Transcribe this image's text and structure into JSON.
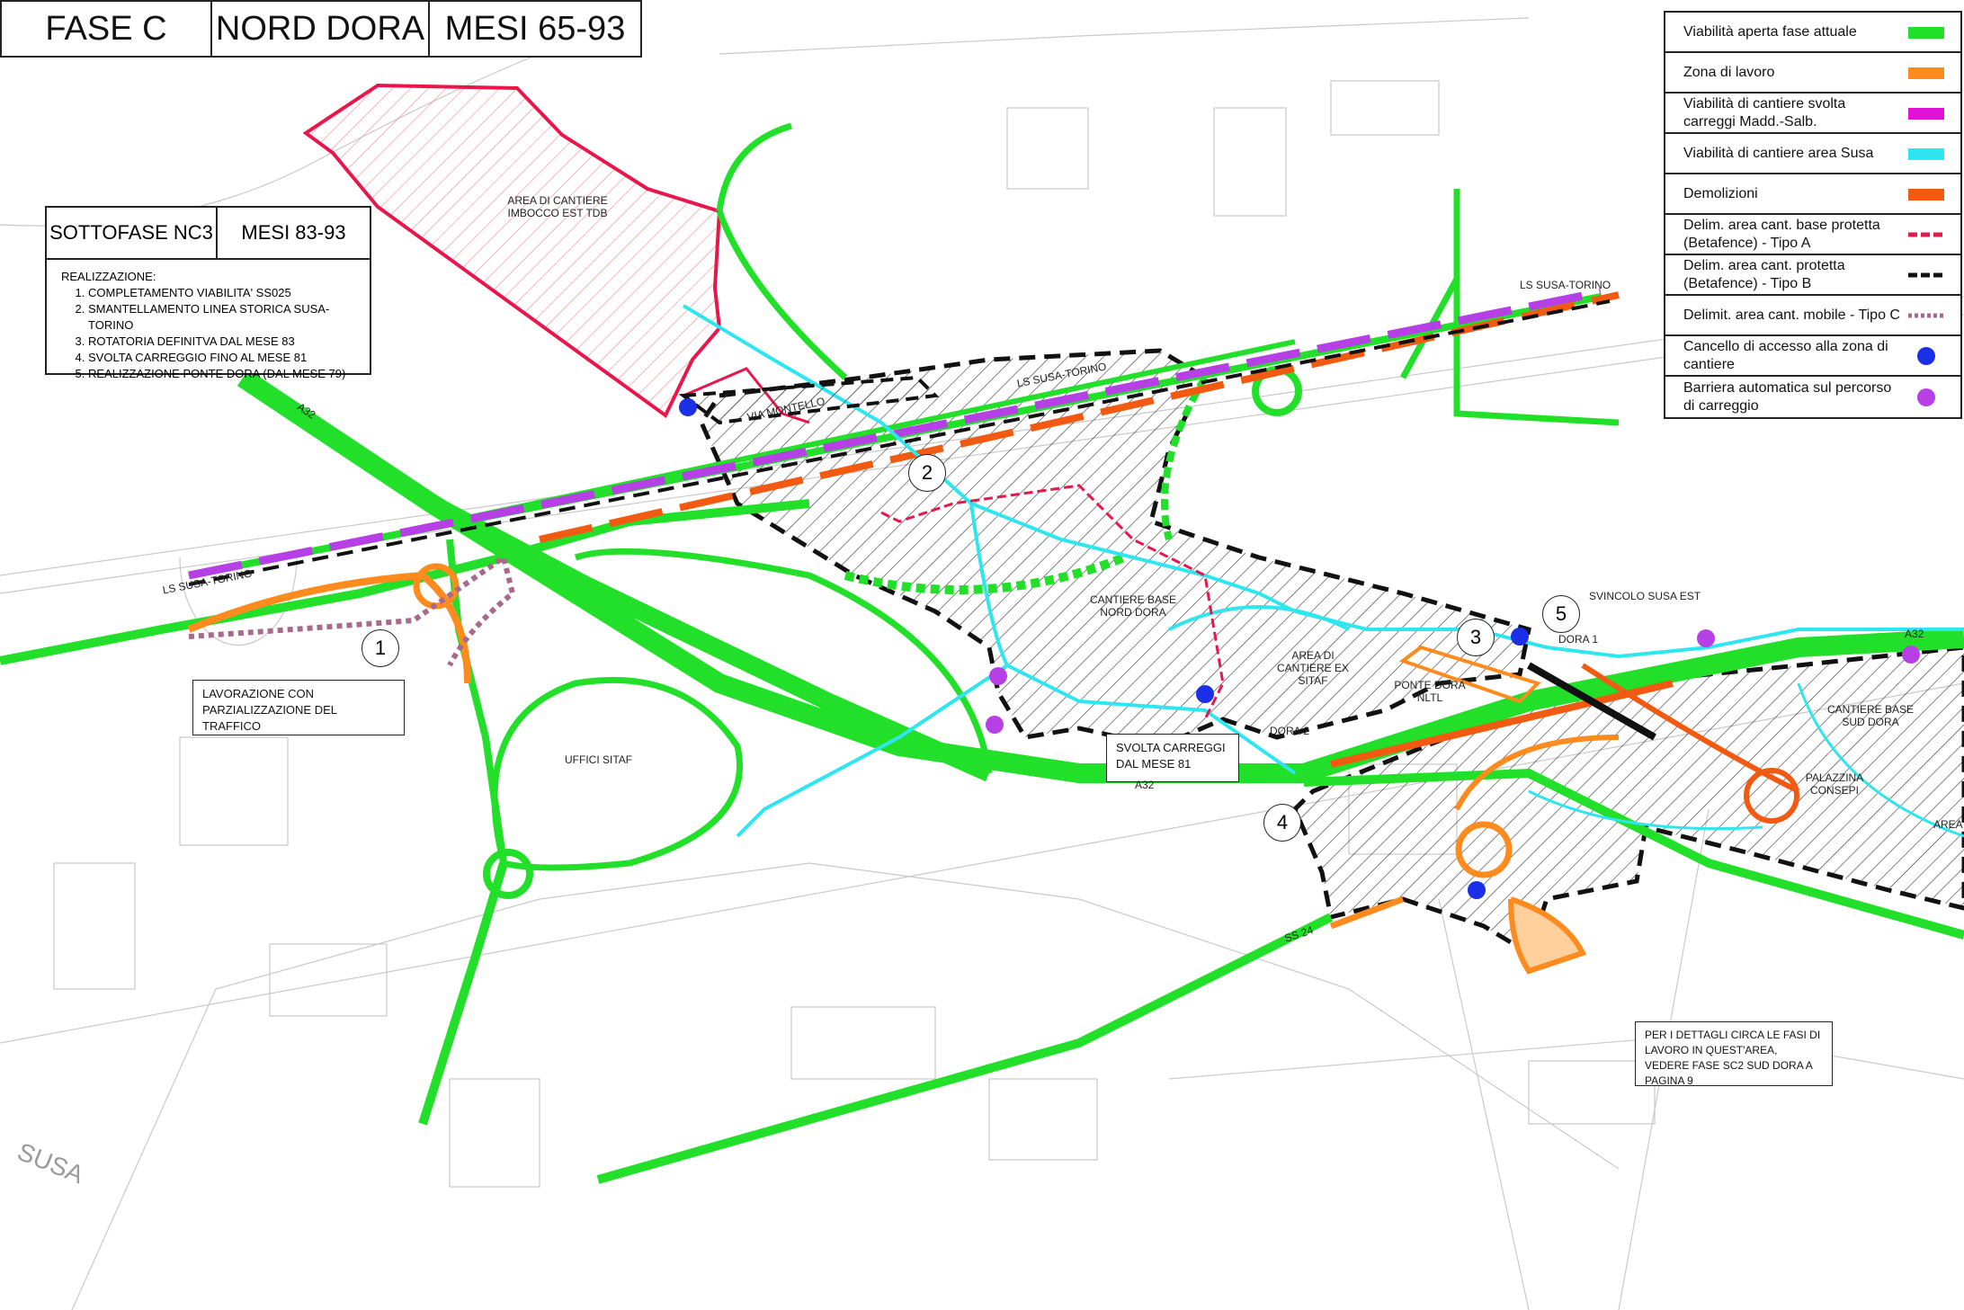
{
  "header": {
    "phase": "FASE C",
    "area": "NORD DORA",
    "months": "MESI 65-93"
  },
  "subphase": {
    "name": "SOTTOFASE NC3",
    "months": "MESI 83-93",
    "heading": "REALIZZAZIONE:",
    "items": [
      "COMPLETAMENTO VIABILITA' SS025",
      "SMANTELLAMENTO LINEA STORICA SUSA-TORINO",
      "ROTATORIA DEFINITVA  DAL MESE 83",
      "SVOLTA CARREGGIO FINO AL MESE 81",
      "REALIZZAZIONE PONTE DORA (DAL MESE 79)"
    ]
  },
  "legend": {
    "items": [
      {
        "label": "Viabilità aperta fase attuale",
        "kind": "bar",
        "color": "#22e02a"
      },
      {
        "label": "Zona di lavoro",
        "kind": "bar",
        "color": "#ff8a1e"
      },
      {
        "label": "Viabilità di cantiere svolta carreggi Madd.-Salb.",
        "kind": "bar",
        "color": "#e012d8"
      },
      {
        "label": "Viabilità di cantiere area Susa",
        "kind": "bar",
        "color": "#2ee6f0"
      },
      {
        "label": "Demolizioni",
        "kind": "bar",
        "color": "#f25a12"
      },
      {
        "label": "Delim. area cant. base protetta (Betafence) - Tipo A",
        "kind": "dash",
        "color": "#e6164e"
      },
      {
        "label": "Delim. area cant. protetta (Betafence) - Tipo B",
        "kind": "dash",
        "color": "#111111"
      },
      {
        "label": "Delimit. area cant. mobile - Tipo C",
        "kind": "dots",
        "color": "#a86a8c"
      },
      {
        "label": "Cancello di accesso alla zona di cantiere",
        "kind": "dot",
        "color": "#1b2fe6"
      },
      {
        "label": "Barriera automatica sul percorso di carreggio",
        "kind": "dot",
        "color": "#b63fe6"
      }
    ]
  },
  "notes": {
    "lavorazione": "LAVORAZIONE CON PARZIALIZZAZIONE DEL TRAFFICO",
    "svolta": "SVOLTA CARREGGI DAL MESE 81",
    "dettagli": "PER I DETTAGLI CIRCA LE FASI DI LAVORO IN QUEST'AREA, VEDERE FASE SC2 SUD DORA A PAGINA 9"
  },
  "map_labels": {
    "area_imbocco": "AREA DI CANTIERE IMBOCCO EST TDB",
    "cantiere_nord": "CANTIERE BASE NORD DORA",
    "area_sitaf": "AREA DI CANTIERE EX SITAF",
    "ponte_dora": "PONTE DORA NLTL",
    "uffici_sitaf": "UFFICI SITAF",
    "cantiere_sud": "CANTIERE BASE SUD DORA",
    "palazzina": "PALAZZINA CONSEPI",
    "svincolo": "SVINCOLO SUSA EST",
    "ls_susa_1": "LS SUSA-TORINO",
    "ls_susa_2": "LS SUSA-TORINO",
    "ls_susa_3": "LS SUSA-TORINO",
    "via_montello": "VIA MONTELLO",
    "a32_1": "A32",
    "a32_2": "A32",
    "a32_3": "A32",
    "dora_1": "DORA 1",
    "dora_2": "DORA 2",
    "ss24": "SS 24",
    "susa": "SUSA",
    "area_cut": "AREA"
  },
  "markers": [
    "1",
    "2",
    "3",
    "4",
    "5"
  ]
}
